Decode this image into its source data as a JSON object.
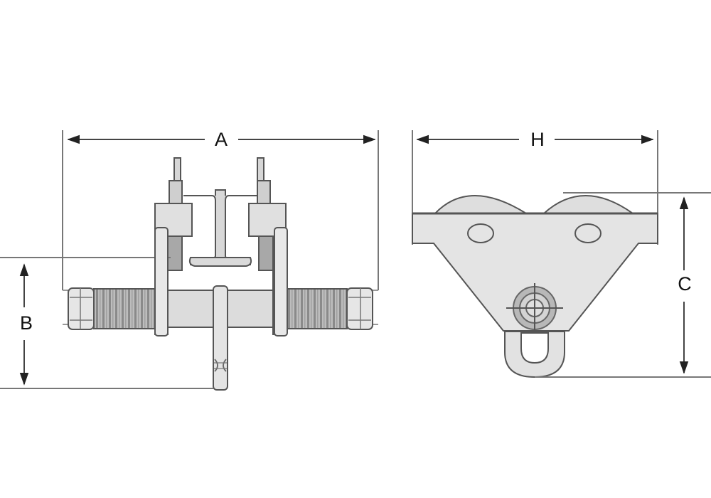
{
  "diagram": {
    "subject": "beam trolley dimension drawing",
    "views": [
      {
        "name": "front-view",
        "description": "Side elevation showing trolley clamped on beam flange with threaded cross shaft"
      },
      {
        "name": "side-view",
        "description": "End elevation showing wheel side plate with suspension eye"
      }
    ],
    "dimensions": {
      "A": {
        "label": "A",
        "description": "overall width across threaded shaft"
      },
      "B": {
        "label": "B",
        "description": "beam flange bottom to load hook bottom"
      },
      "H": {
        "label": "H",
        "description": "side plate overall width"
      },
      "C": {
        "label": "C",
        "description": "wheel top to suspension eye bottom"
      }
    },
    "colors": {
      "line": "#555555",
      "fill_light": "#e2e2e2",
      "fill_mid": "#cfcfcf",
      "fill_dark": "#9a9a9a",
      "background": "#ffffff"
    }
  }
}
